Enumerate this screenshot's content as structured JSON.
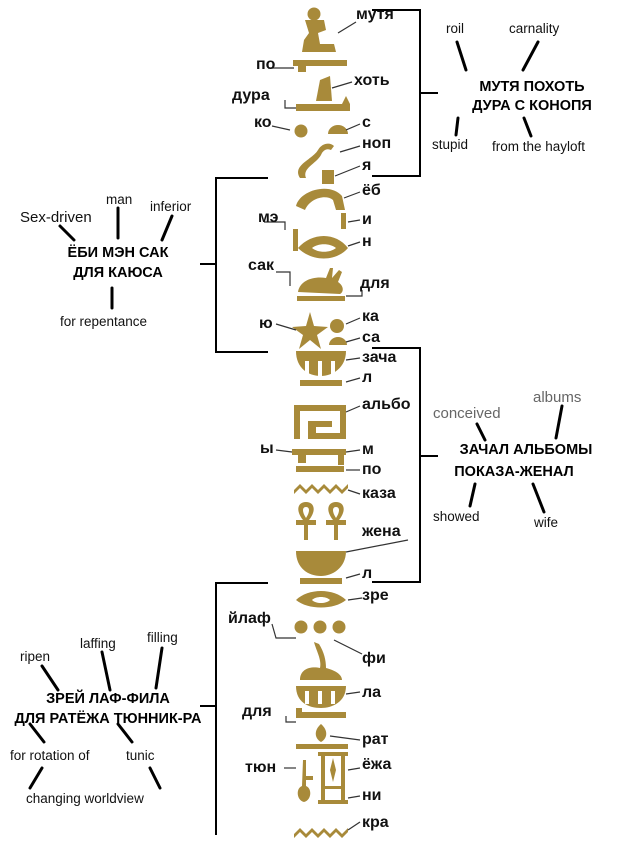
{
  "glyph_color": "#a88a3a",
  "syllables": {
    "mutya": "мутя",
    "po1": "по",
    "khot": "хоть",
    "dura": "дура",
    "ko": "ко",
    "s": "с",
    "nop": "ноп",
    "ya": "я",
    "yob": "ёб",
    "me": "мэ",
    "i": "и",
    "n": "н",
    "sak": "сак",
    "dlya1": "для",
    "yu": "ю",
    "ka": "ка",
    "sa": "са",
    "zacha": "зача",
    "l1": "л",
    "albo": "альбо",
    "y": "ы",
    "m": "м",
    "po2": "по",
    "kaza": "каза",
    "zhena": "жена",
    "l2": "л",
    "zre": "зре",
    "ylaf": "йлаф",
    "fi": "фи",
    "la": "ла",
    "dlya2": "для",
    "rat": "рат",
    "tyun": "тюн",
    "yozha": "ёжа",
    "ni": "ни",
    "kra": "кра"
  },
  "group1": {
    "line1": "МУТЯ ПОХОТЬ",
    "line2": "ДУРА С КОНОПЯ",
    "roil": "roil",
    "carnality": "carnality",
    "stupid": "stupid",
    "hayloft": "from the hayloft"
  },
  "group2": {
    "lead": "ЁБИ",
    "line1_rest": "МЭН САК",
    "line2": "ДЛЯ КАЮСА",
    "sex_driven": "Sex-driven",
    "man": "man",
    "inferior": "inferior",
    "repentance": "for repentance"
  },
  "group3": {
    "line1": "ЗАЧАЛ АЛЬБОМЫ",
    "line2": "ПОКАЗА-ЖЕНАЛ",
    "conceived": "conceived",
    "albums": "albums",
    "showed": "showed",
    "wife": "wife"
  },
  "group4": {
    "line1": "ЗРЕЙ ЛАФ-ФИЛА",
    "line2": "ДЛЯ РАТЁЖА ТЮННИК-РА",
    "ripen": "ripen",
    "laffing": "laffing",
    "filling": "filling",
    "rotation": "for rotation of",
    "tunic": "tunic",
    "worldview": "changing worldview"
  }
}
